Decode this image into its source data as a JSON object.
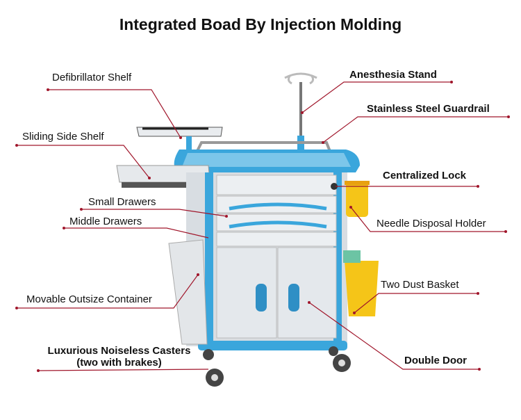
{
  "title": "Integrated Boad By Injection Molding",
  "labels": {
    "defibrillator_shelf": "Defibrillator Shelf",
    "sliding_side_shelf": "Sliding Side Shelf",
    "small_drawers": "Small Drawers",
    "middle_drawers": "Middle Drawers",
    "movable_container": "Movable Outsize Container",
    "casters_line1": "Luxurious Noiseless Casters",
    "casters_line2": "(two with brakes)",
    "anesthesia_stand": "Anesthesia Stand",
    "guardrail": "Stainless Steel Guardrail",
    "centralized_lock": "Centralized Lock",
    "needle_holder": "Needle Disposal Holder",
    "dust_basket": "Two Dust Basket",
    "double_door": "Double Door"
  },
  "colors": {
    "leader": "#a0162b",
    "accent_blue": "#3aa6dc",
    "body_gray": "#dfe3e8",
    "bin_yellow": "#f5c518"
  }
}
